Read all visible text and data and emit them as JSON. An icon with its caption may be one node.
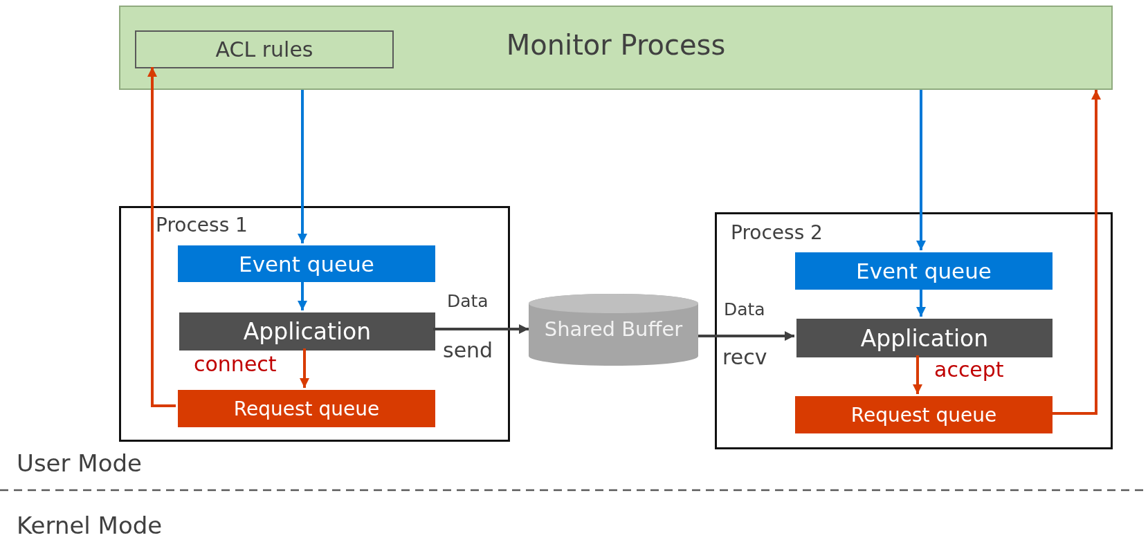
{
  "diagram": {
    "nodes": [
      {
        "text": [
          "Monitor Process"
        ]
      },
      {
        "text": [
          "ACL rules"
        ],
        "in": 0
      },
      {
        "text": [
          "Process 1"
        ]
      },
      {
        "text": [
          "Event queue"
        ],
        "in": 2
      },
      {
        "text": [
          "Application"
        ],
        "in": 2
      },
      {
        "text": [
          "Request queue"
        ],
        "in": 2
      },
      {
        "text": [
          "Shared Buffer"
        ]
      },
      {
        "text": [
          "Process 2"
        ]
      },
      {
        "text": [
          "Event queue"
        ],
        "in": 7
      },
      {
        "text": [
          "Application"
        ],
        "in": 7
      },
      {
        "text": [
          "Request queue"
        ],
        "in": 7
      }
    ],
    "edges": [
      {
        "from": 0,
        "to": 3,
        "arrow": "to",
        "color": "#0078d7"
      },
      {
        "from": 3,
        "to": 4,
        "arrow": "to",
        "color": "#0078d7"
      },
      {
        "from": 4,
        "to": 5,
        "arrow": "to",
        "label": "connect",
        "color": "#d83b01"
      },
      {
        "from": 5,
        "to": 1,
        "arrow": "to",
        "color": "#d83b01"
      },
      {
        "from": 4,
        "to": 6,
        "arrow": "to",
        "label": "Data",
        "color": "#404040"
      },
      {
        "from": 6,
        "to": 9,
        "arrow": "to",
        "label": "Data",
        "color": "#404040"
      },
      {
        "from": 0,
        "to": 8,
        "arrow": "to",
        "color": "#0078d7"
      },
      {
        "from": 8,
        "to": 9,
        "arrow": "to",
        "color": "#0078d7"
      },
      {
        "from": 9,
        "to": 10,
        "arrow": "to",
        "label": "accept",
        "color": "#d83b01"
      },
      {
        "from": 10,
        "to": 0,
        "arrow": "to",
        "color": "#d83b01"
      }
    ],
    "labels": [
      "send",
      "recv",
      "User Mode",
      "Kernel Mode"
    ]
  }
}
